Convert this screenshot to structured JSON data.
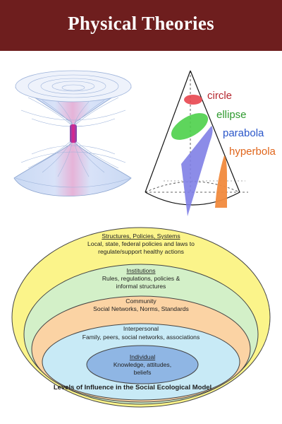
{
  "header": {
    "title": "Physical Theories",
    "background": "#6e1e1e"
  },
  "conic_sections": {
    "labels": [
      {
        "key": "circle",
        "text": "circle",
        "color": "#b5272f"
      },
      {
        "key": "ellipse",
        "text": "ellipse",
        "color": "#2e9a2e"
      },
      {
        "key": "parabola",
        "text": "parabola",
        "color": "#2a56c9"
      },
      {
        "key": "hyperbola",
        "text": "hyperbola",
        "color": "#e0661c"
      }
    ]
  },
  "ecological_model": {
    "caption": "Levels of Influence in the Social Ecological Model",
    "levels": [
      {
        "key": "structures",
        "title": "Structures, Policies, Systems",
        "lines": [
          "Local, state, federal policies and laws to",
          "regulate/support healthy actions"
        ],
        "color": "#fbf48a"
      },
      {
        "key": "institutions",
        "title": "Institutions",
        "lines": [
          "Rules, regulations, policies &",
          "informal structures"
        ],
        "color": "#d3f0c8"
      },
      {
        "key": "community",
        "title": "Community",
        "lines": [
          "Social Networks, Norms, Standards"
        ],
        "color": "#fbd3a4"
      },
      {
        "key": "interpersonal",
        "title": "Interpersonal",
        "lines": [
          "Family, peers, social networks, associations"
        ],
        "color": "#c8eaf6"
      },
      {
        "key": "individual",
        "title": "Individual",
        "lines": [
          "Knowledge, attitudes,",
          "beliefs"
        ],
        "color": "#8fb6e4"
      }
    ]
  }
}
